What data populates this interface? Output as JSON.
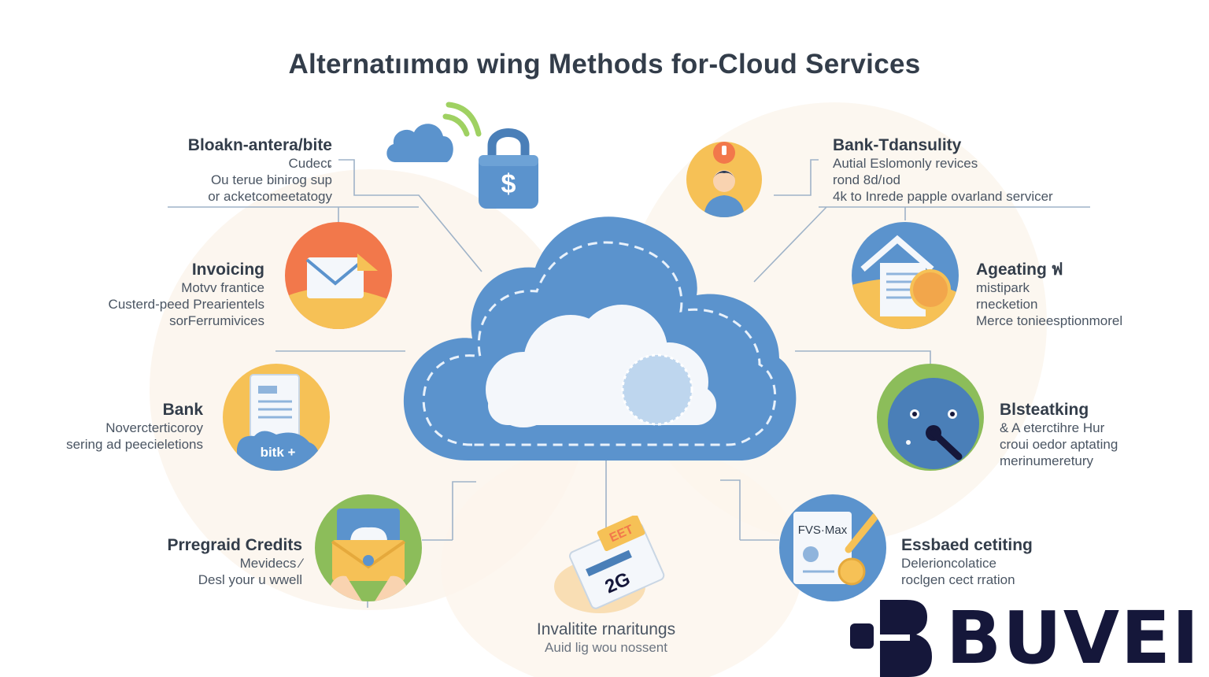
{
  "title": "Alternatıımɑɒ wing Methods for-Cloud Services",
  "colors": {
    "cloud_blue": "#5b93cd",
    "cloud_dark": "#4a7fb8",
    "orange": "#f2784b",
    "yellow": "#f6c156",
    "green": "#8cbd5a",
    "navy": "#15173a"
  },
  "left": [
    {
      "heading": "Bloakn-antera/bite",
      "lines": [
        "Cudecເ",
        "Ou terue binirog sup",
        "or acketcomeetatogy"
      ]
    },
    {
      "heading": "Invoicing",
      "lines": [
        "Motvv frantice",
        "Custerd-peed Prearientels",
        "sorFerrumivices"
      ]
    },
    {
      "heading": "Bank",
      "lines": [
        "Novercterticoroy",
        "sering ad peecieletions"
      ]
    },
    {
      "heading": "Prregraid Credits",
      "lines": [
        "Mevidecs ⁄",
        "Desl your u wwell"
      ]
    }
  ],
  "right": [
    {
      "heading": "Bank-Tdansulity",
      "lines": [
        "Autial Eslomonly revices",
        "rond 8d/ıod",
        "4k to Inrede papple ovarland servicer"
      ]
    },
    {
      "heading": "Ageating ฟ",
      "lines": [
        "mistipark",
        "rnecketion",
        "Merce tonieesptionmorel"
      ]
    },
    {
      "heading": "Blsteatking",
      "lines": [
        "& A eterctihre Hur",
        "croui oedor aptating",
        "merinumeretury"
      ]
    },
    {
      "heading": "Essbaed cetiting",
      "lines": [
        "Delerioncolatice",
        "roclgen cect rration"
      ]
    }
  ],
  "bottom": {
    "heading": "Invalitite rnaritungs",
    "line": "Auid lig wou nossent"
  },
  "icon_texts": {
    "bank_badge": "bitk +",
    "fvs_label": "FVS·Max",
    "eet_label": "EET",
    "dollar": "$",
    "ticket_num": "2G"
  },
  "brand": {
    "name": "BUVEI"
  }
}
